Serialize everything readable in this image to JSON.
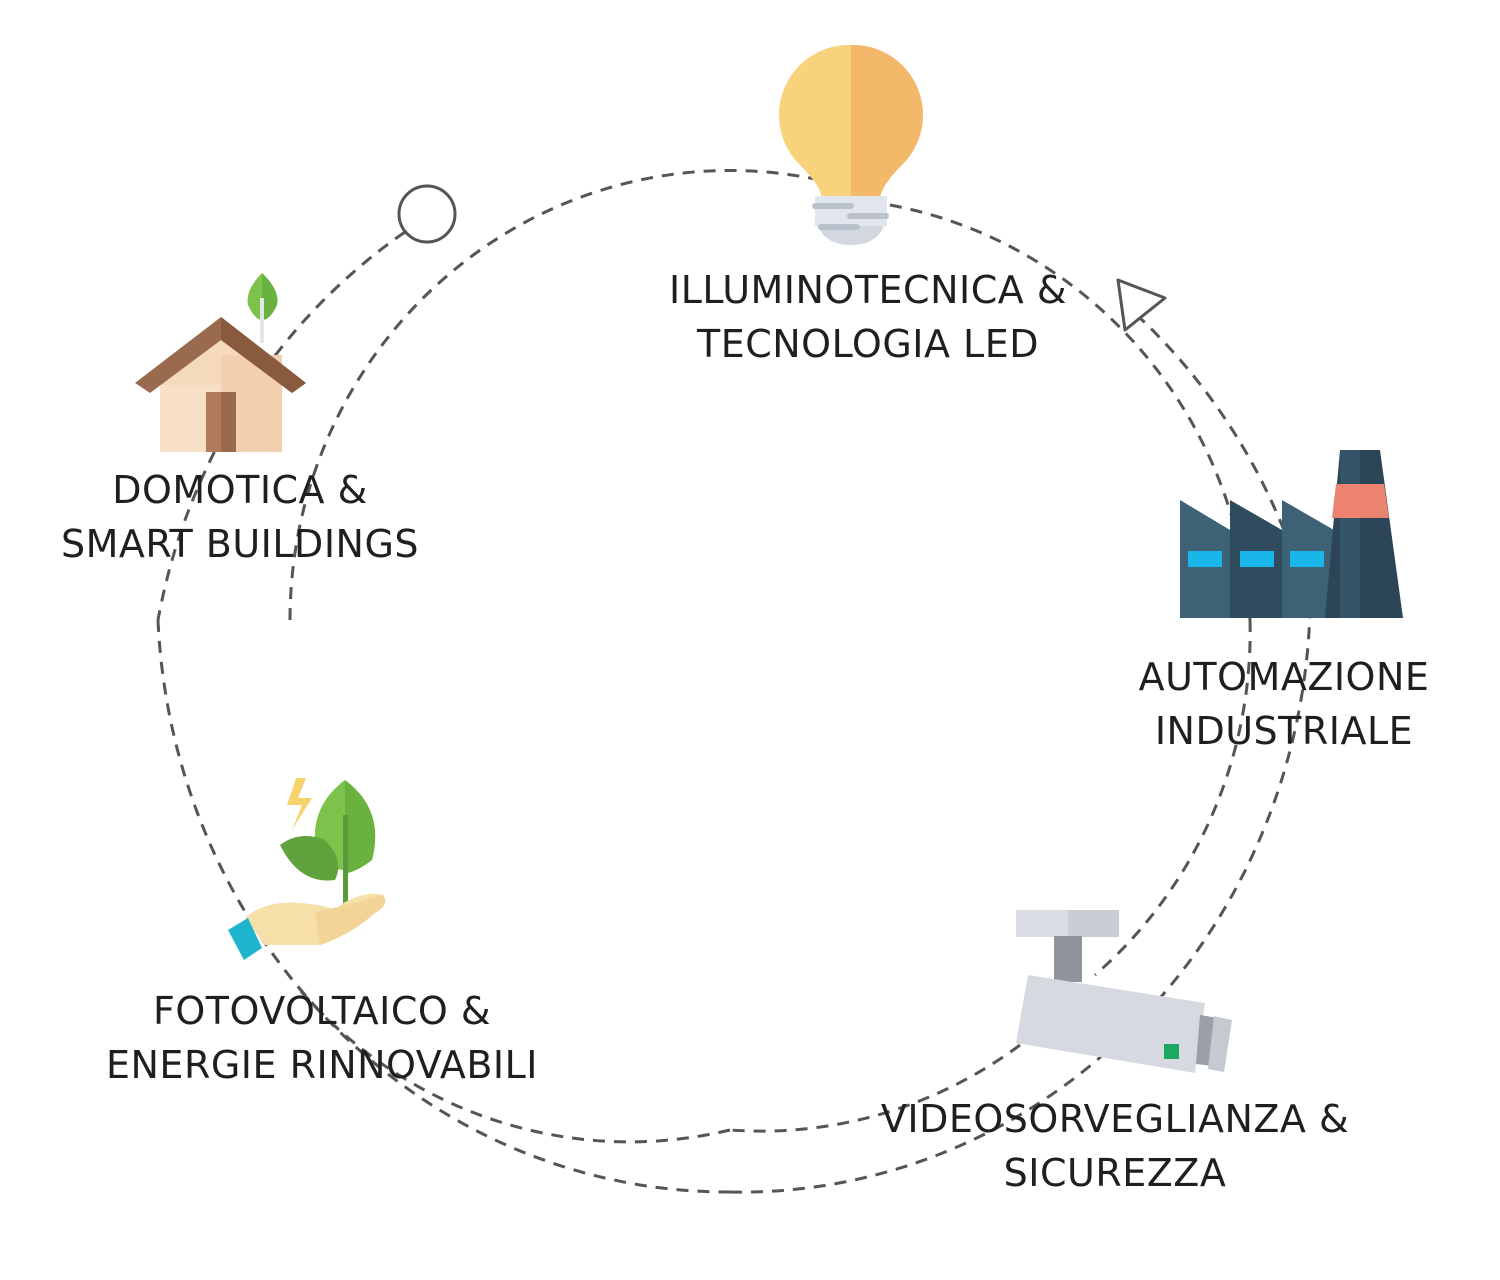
{
  "diagram": {
    "nodes": [
      {
        "id": "lighting",
        "icon": "lightbulb-icon",
        "lines": [
          "ILLUMINOTECNICA &",
          "TECNOLOGIA LED"
        ]
      },
      {
        "id": "industrial",
        "icon": "factory-icon",
        "lines": [
          "AUTOMAZIONE",
          "INDUSTRIALE"
        ]
      },
      {
        "id": "security",
        "icon": "security-camera-icon",
        "lines": [
          "VIDEOSORVEGLIANZA &",
          "SICUREZZA"
        ]
      },
      {
        "id": "renewable",
        "icon": "plant-in-hand-icon",
        "lines": [
          "FOTOVOLTAICO &",
          "ENERGIE RINNOVABILI"
        ]
      },
      {
        "id": "domotics",
        "icon": "smart-house-icon",
        "lines": [
          "DOMOTICA &",
          "SMART BUILDINGS"
        ]
      }
    ],
    "decorations": [
      "circle-marker-icon",
      "triangle-arrow-icon"
    ],
    "colors": {
      "dash": "#555555",
      "bulb_light": "#f9d27c",
      "bulb_dark": "#f4b86a",
      "factory_light": "#3d6276",
      "factory_dark": "#2c4657",
      "factory_window": "#1ab6ea",
      "chimney_band": "#ec8270",
      "camera_body": "#d6d9e0",
      "camera_led": "#1aa863",
      "leaf_light": "#7dc24b",
      "leaf_dark": "#5ea33b",
      "hand": "#f7dfa8",
      "cuff": "#1eb5cc",
      "roof": "#9a6a4f",
      "wall": "#f5d9bd",
      "door": "#b07a5b"
    }
  }
}
